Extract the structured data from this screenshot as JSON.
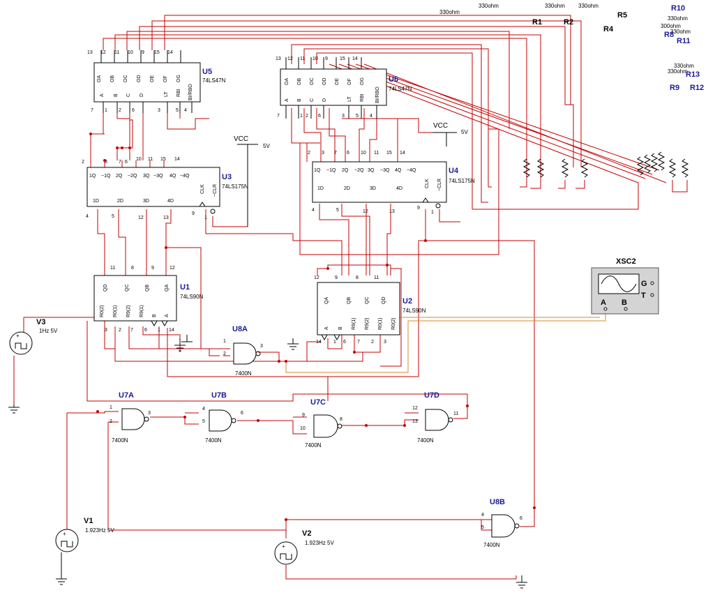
{
  "chips": {
    "u5": {
      "name": "U5",
      "type": "74LS47N",
      "top": [
        "OA",
        "OB",
        "OC",
        "OD",
        "OE",
        "OF",
        "OG"
      ],
      "bottom": [
        "A",
        "B",
        "C",
        "D",
        "LT",
        "RBI",
        "BI/RBO"
      ],
      "top_pins": [
        "13",
        "12",
        "11",
        "10",
        "9",
        "15",
        "14"
      ],
      "bottom_pins": [
        "7",
        "1",
        "2",
        "6",
        "3",
        "5",
        "4"
      ]
    },
    "u6": {
      "name": "U6",
      "type": "74LS47N",
      "top": [
        "OA",
        "OB",
        "OC",
        "OD",
        "OE",
        "OF",
        "OG"
      ],
      "bottom": [
        "A",
        "B",
        "C",
        "D",
        "LT",
        "RBI",
        "BI/RBO"
      ],
      "top_pins": [
        "13",
        "12",
        "11",
        "10",
        "9",
        "15",
        "14"
      ],
      "bottom_pins": [
        "7",
        "1",
        "2",
        "6",
        "3",
        "5",
        "4"
      ]
    },
    "u3": {
      "name": "U3",
      "type": "74LS175N",
      "top": [
        "1Q",
        "~1Q",
        "2Q",
        "~2Q",
        "3Q",
        "~3Q",
        "4Q",
        "~4Q"
      ],
      "bottom": [
        "1D",
        "2D",
        "3D",
        "4D"
      ],
      "right": [
        "CLK",
        "~CLR"
      ],
      "top_pins": [
        "2",
        "3",
        "7",
        "6",
        "10",
        "11",
        "15",
        "14"
      ],
      "bottom_pins": [
        "4",
        "5",
        "12",
        "13"
      ],
      "right_pins": [
        "9",
        "1"
      ]
    },
    "u4": {
      "name": "U4",
      "type": "74LS175N",
      "top": [
        "1Q",
        "~1Q",
        "2Q",
        "~2Q",
        "3Q",
        "~3Q",
        "4Q",
        "~4Q"
      ],
      "bottom": [
        "1D",
        "2D",
        "3D",
        "4D"
      ],
      "right": [
        "CLK",
        "~CLR"
      ],
      "top_pins": [
        "2",
        "3",
        "7",
        "6",
        "10",
        "11",
        "15",
        "14"
      ],
      "bottom_pins": [
        "4",
        "5",
        "12",
        "13"
      ],
      "right_pins": [
        "9",
        "1"
      ]
    },
    "u1": {
      "name": "U1",
      "type": "74LS90N",
      "top": [
        "QD",
        "QC",
        "QB",
        "QA"
      ],
      "bottom": [
        "R0(2)",
        "R0(1)",
        "R9(2)",
        "R9(1)",
        "B",
        "A"
      ],
      "top_pins": [
        "11",
        "8",
        "9",
        "12"
      ],
      "bottom_pins": [
        "3",
        "2",
        "7",
        "6",
        "1",
        "14"
      ]
    },
    "u2": {
      "name": "U2",
      "type": "74LS90N",
      "top": [
        "QA",
        "QB",
        "QC",
        "QD"
      ],
      "bottom": [
        "A",
        "B",
        "R9(1)",
        "R9(2)",
        "R0(1)",
        "R0(2)"
      ],
      "top_pins": [
        "12",
        "9",
        "8",
        "11"
      ],
      "bottom_pins": [
        "14",
        "1",
        "6",
        "7",
        "2",
        "3"
      ]
    }
  },
  "gates": {
    "u8a": {
      "name": "U8A",
      "type": "7400N",
      "pins": [
        "1",
        "2",
        "3"
      ]
    },
    "u8b": {
      "name": "U8B",
      "type": "7400N",
      "pins": [
        "4",
        "5",
        "6"
      ]
    },
    "u7a": {
      "name": "U7A",
      "type": "7400N",
      "pins": [
        "1",
        "2",
        "3"
      ]
    },
    "u7b": {
      "name": "U7B",
      "type": "7400N",
      "pins": [
        "4",
        "5",
        "6"
      ]
    },
    "u7c": {
      "name": "U7C",
      "type": "7400N",
      "pins": [
        "9",
        "10",
        "8"
      ]
    },
    "u7d": {
      "name": "U7D",
      "type": "7400N",
      "pins": [
        "12",
        "13",
        "11"
      ]
    }
  },
  "sources": {
    "v3": {
      "name": "V3",
      "value": "1Hz  5V"
    },
    "v1": {
      "name": "V1",
      "value": "1.923Hz  5V"
    },
    "v2": {
      "name": "V2",
      "value": "1.923Hz  5V"
    }
  },
  "vcc": [
    {
      "label": "VCC",
      "value": "5V"
    },
    {
      "label": "VCC",
      "value": "5V"
    }
  ],
  "scope": {
    "name": "XSC2",
    "g": "G",
    "t": "T",
    "a": "A",
    "b": "B"
  },
  "resistor_labels": [
    {
      "text": "330ohm"
    },
    {
      "text": "330ohm"
    },
    {
      "text": "330ohm"
    },
    {
      "text": "330ohm"
    },
    {
      "text": "R1"
    },
    {
      "text": "R2"
    },
    {
      "text": "R5"
    },
    {
      "text": "R4"
    },
    {
      "text": "R10"
    },
    {
      "text": "330ohm"
    },
    {
      "text": "300ohm"
    },
    {
      "text": "R8"
    },
    {
      "text": "330ohm"
    },
    {
      "text": "R11"
    },
    {
      "text": "330ohm"
    },
    {
      "text": "330ohm"
    },
    {
      "text": "R13"
    },
    {
      "text": "R9"
    },
    {
      "text": "R12"
    }
  ]
}
